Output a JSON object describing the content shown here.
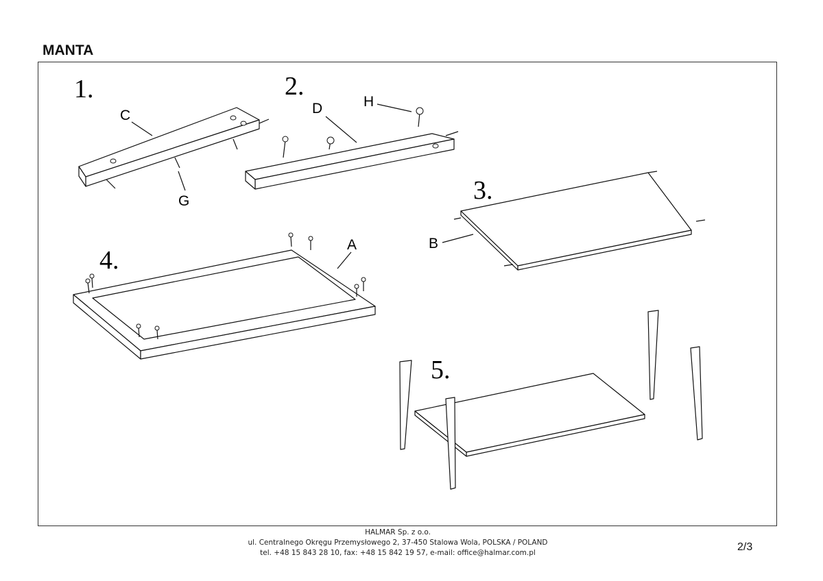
{
  "title": "MANTA",
  "steps": [
    "1.",
    "2.",
    "3.",
    "4.",
    "5."
  ],
  "part_labels": {
    "A": "A",
    "B": "B",
    "C": "C",
    "D": "D",
    "G": "G",
    "H": "H"
  },
  "footer": {
    "company": "HALMAR Sp. z o.o.",
    "address": "ul. Centralnego Okręgu Przemysłowego 2, 37-450 Stalowa Wola, POLSKA / POLAND",
    "contact": "tel. +48 15 843 28 10, fax: +48 15 842 19 57, e-mail: office@halmar.com.pl"
  },
  "page_number": "2/3"
}
